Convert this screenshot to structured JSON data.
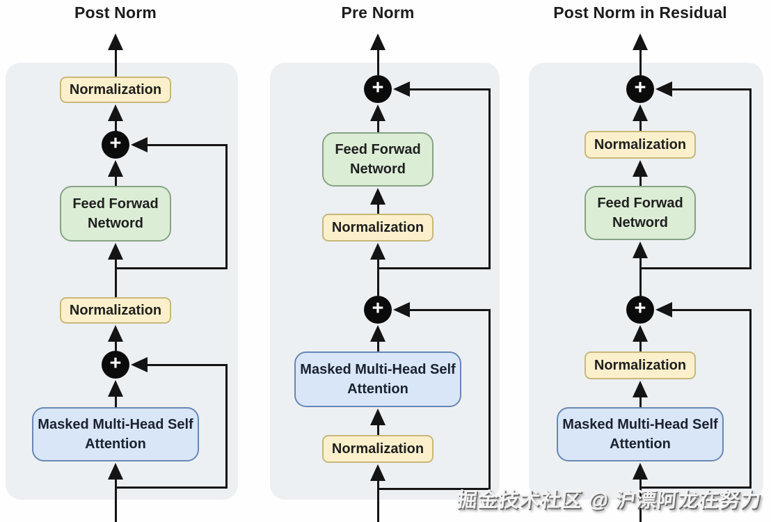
{
  "columns": [
    {
      "title": "Post Norm",
      "nodes": [
        {
          "type": "normalization",
          "label": "Normalization"
        },
        {
          "type": "add",
          "label": "+"
        },
        {
          "type": "feed-forward",
          "label": "Feed Forwad Netword"
        },
        {
          "type": "normalization",
          "label": "Normalization"
        },
        {
          "type": "add",
          "label": "+"
        },
        {
          "type": "attention",
          "label": "Masked Multi-Head Self Attention"
        }
      ]
    },
    {
      "title": "Pre Norm",
      "nodes": [
        {
          "type": "add",
          "label": "+"
        },
        {
          "type": "feed-forward",
          "label": "Feed Forwad Netword"
        },
        {
          "type": "normalization",
          "label": "Normalization"
        },
        {
          "type": "add",
          "label": "+"
        },
        {
          "type": "attention",
          "label": "Masked Multi-Head Self Attention"
        },
        {
          "type": "normalization",
          "label": "Normalization"
        }
      ]
    },
    {
      "title": "Post Norm in Residual",
      "nodes": [
        {
          "type": "add",
          "label": "+"
        },
        {
          "type": "normalization",
          "label": "Normalization"
        },
        {
          "type": "feed-forward",
          "label": "Feed Forwad Netword"
        },
        {
          "type": "add",
          "label": "+"
        },
        {
          "type": "normalization",
          "label": "Normalization"
        },
        {
          "type": "attention",
          "label": "Masked Multi-Head Self Attention"
        }
      ]
    }
  ],
  "watermark": "掘金技术社区 @ 沪漂阿龙在努力",
  "colors": {
    "background": "#FEFEFE",
    "panel": "#EDF0F2",
    "normalization_fill": "#FBF0CB",
    "normalization_border": "#C7B77B",
    "feed_forward_fill": "#DCEDD6",
    "feed_forward_border": "#85A385",
    "attention_fill": "#D9E6F7",
    "attention_border": "#6787B5",
    "connector": "#141414",
    "add_circle": "#0B0B0B",
    "title_text": "#1C1C1C"
  }
}
